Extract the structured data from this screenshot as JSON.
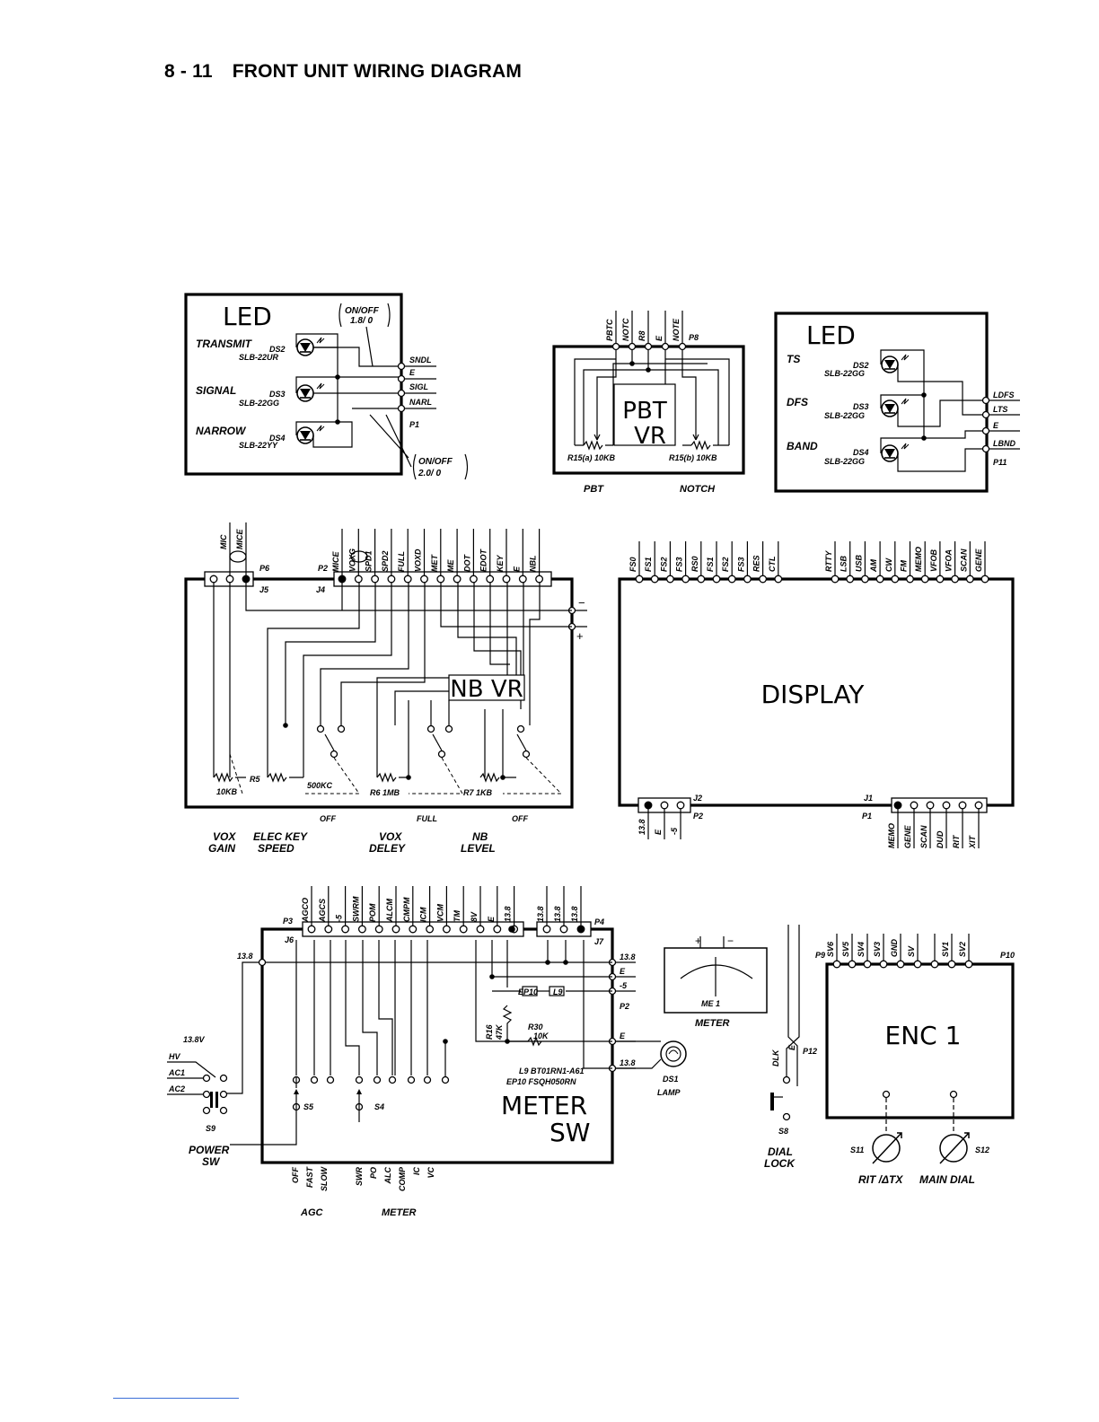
{
  "page": {
    "section_number": "8 - 11",
    "title": "FRONT UNIT WIRING DIAGRAM"
  },
  "led_left": {
    "title": "LED",
    "onoff_top": "ON/OFF",
    "onoff_top_val": "1.8/ 0",
    "rows": [
      {
        "label": "TRANSMIT",
        "ds": "DS2",
        "part": "SLB-22UR"
      },
      {
        "label": "SIGNAL",
        "ds": "DS3",
        "part": "SLB-22GG"
      },
      {
        "label": "NARROW",
        "ds": "DS4",
        "part": "SLB-22YY"
      }
    ],
    "pins": [
      "SNDL",
      "E",
      "SIGL",
      "NARL"
    ],
    "connector": "P1",
    "onoff_bottom": "ON/OFF",
    "onoff_bottom_val": "2.0/ 0"
  },
  "pbt": {
    "title1": "PBT",
    "title2": "VR",
    "pins": [
      "PBTC",
      "NOTC",
      "R8",
      "E",
      "NOTE"
    ],
    "connector": "P8",
    "r_left": "R15(a) 10KB",
    "r_right": "R15(b) 10KB",
    "cap_left": "PBT",
    "cap_right": "NOTCH"
  },
  "led_right": {
    "title": "LED",
    "rows": [
      {
        "label": "TS",
        "ds": "DS2",
        "part": "SLB-22GG"
      },
      {
        "label": "DFS",
        "ds": "DS3",
        "part": "SLB-22GG"
      },
      {
        "label": "BAND",
        "ds": "DS4",
        "part": "SLB-22GG"
      }
    ],
    "pins": [
      "LDFS",
      "LTS",
      "E",
      "LBND"
    ],
    "connector": "P11"
  },
  "nbvr": {
    "title": "NB VR",
    "mic_pins": [
      "MIC",
      "MICE"
    ],
    "p6": "P6",
    "j5": "J5",
    "p2": "P2",
    "j4": "J4",
    "pins": [
      "MICE",
      "VOXG",
      "SPD1",
      "SPD2",
      "FULL",
      "VOXD",
      "MET",
      "ME",
      "DOT",
      "EDOT",
      "KEY",
      "E",
      "NBL"
    ],
    "minus": "−",
    "plus": "+",
    "r5": "R5",
    "r5v": "10KB",
    "r_500": "500KC",
    "r6": "R6 1MB",
    "r7": "R7 1KB",
    "off1": "OFF",
    "full": "FULL",
    "off2": "OFF",
    "captions": [
      {
        "l1": "VOX",
        "l2": "GAIN"
      },
      {
        "l1": "ELEC KEY",
        "l2": "SPEED"
      },
      {
        "l1": "VOX",
        "l2": "DELEY"
      },
      {
        "l1": "NB",
        "l2": "LEVEL"
      }
    ]
  },
  "display": {
    "title": "DISPLAY",
    "top_pins": [
      "FS0",
      "FS1",
      "FS2",
      "FS3",
      "RS0",
      "FS1",
      "FS2",
      "FS3",
      "RES",
      "CTL",
      "RTTY",
      "LSB",
      "USB",
      "AM",
      "CW",
      "FM",
      "MEMO",
      "VFOB",
      "VFOA",
      "SCAN",
      "GENE"
    ],
    "j2": "J2",
    "p2": "P2",
    "left_bottom_pins": [
      "13.8",
      "E",
      "-5"
    ],
    "j1": "J1",
    "p1": "P1",
    "right_bottom_pins": [
      "MEMO",
      "GENE",
      "SCAN",
      "DUD",
      "RIT",
      "XIT"
    ]
  },
  "meter": {
    "title1": "METER",
    "title2": "SW",
    "p3": "P3",
    "j6": "J6",
    "p4": "P4",
    "j7": "J7",
    "pins": [
      "AGCO",
      "AGCS",
      "-5",
      "SWRM",
      "POM",
      "ALCM",
      "CMPM",
      "ICM",
      "VCM",
      "TM",
      "8V",
      "E",
      "13.8"
    ],
    "pins_right": [
      "13.8",
      "13.8",
      "13.8"
    ],
    "right_labels": [
      "13.8",
      "E",
      "-5",
      "P2",
      "E",
      "13.8"
    ],
    "left_138": "13.8",
    "ep10": "EP10",
    "l9": "L9",
    "r16": "R16",
    "r16v": "47K",
    "r30": "R30",
    "r30v": "10K",
    "part1": "L9 BT01RN1-A61",
    "part2": "EP10 FSQH050RN",
    "s5": "S5",
    "s4": "S4",
    "agc_sw": [
      "OFF",
      "FAST",
      "SLOW"
    ],
    "meter_sw": [
      "SWR",
      "PO",
      "ALC",
      "COMP",
      "IC",
      "VC"
    ],
    "cap_agc": "AGC",
    "cap_meter": "METER"
  },
  "power": {
    "v": "13.8V",
    "hv": "HV",
    "ac1": "AC1",
    "ac2": "AC2",
    "s9": "S9",
    "cap1": "POWER",
    "cap2": "SW"
  },
  "meter_me": {
    "plus": "+",
    "minus": "−",
    "me1": "ME 1",
    "cap": "METER"
  },
  "lamp": {
    "ds1": "DS1",
    "cap": "LAMP"
  },
  "dial_lock": {
    "dlk": "DLK",
    "e": "E",
    "p12": "P12",
    "s8": "S8",
    "cap1": "DIAL",
    "cap2": "LOCK"
  },
  "enc": {
    "title": "ENC 1",
    "p9": "P9",
    "p10": "P10",
    "pins": [
      "SV6",
      "SV5",
      "SV4",
      "SV3",
      "GND",
      "SV",
      "SV1",
      "SV2"
    ],
    "s11": "S11",
    "s12": "S12",
    "cap1": "RIT /ΔTX",
    "cap2": "MAIN DIAL"
  }
}
